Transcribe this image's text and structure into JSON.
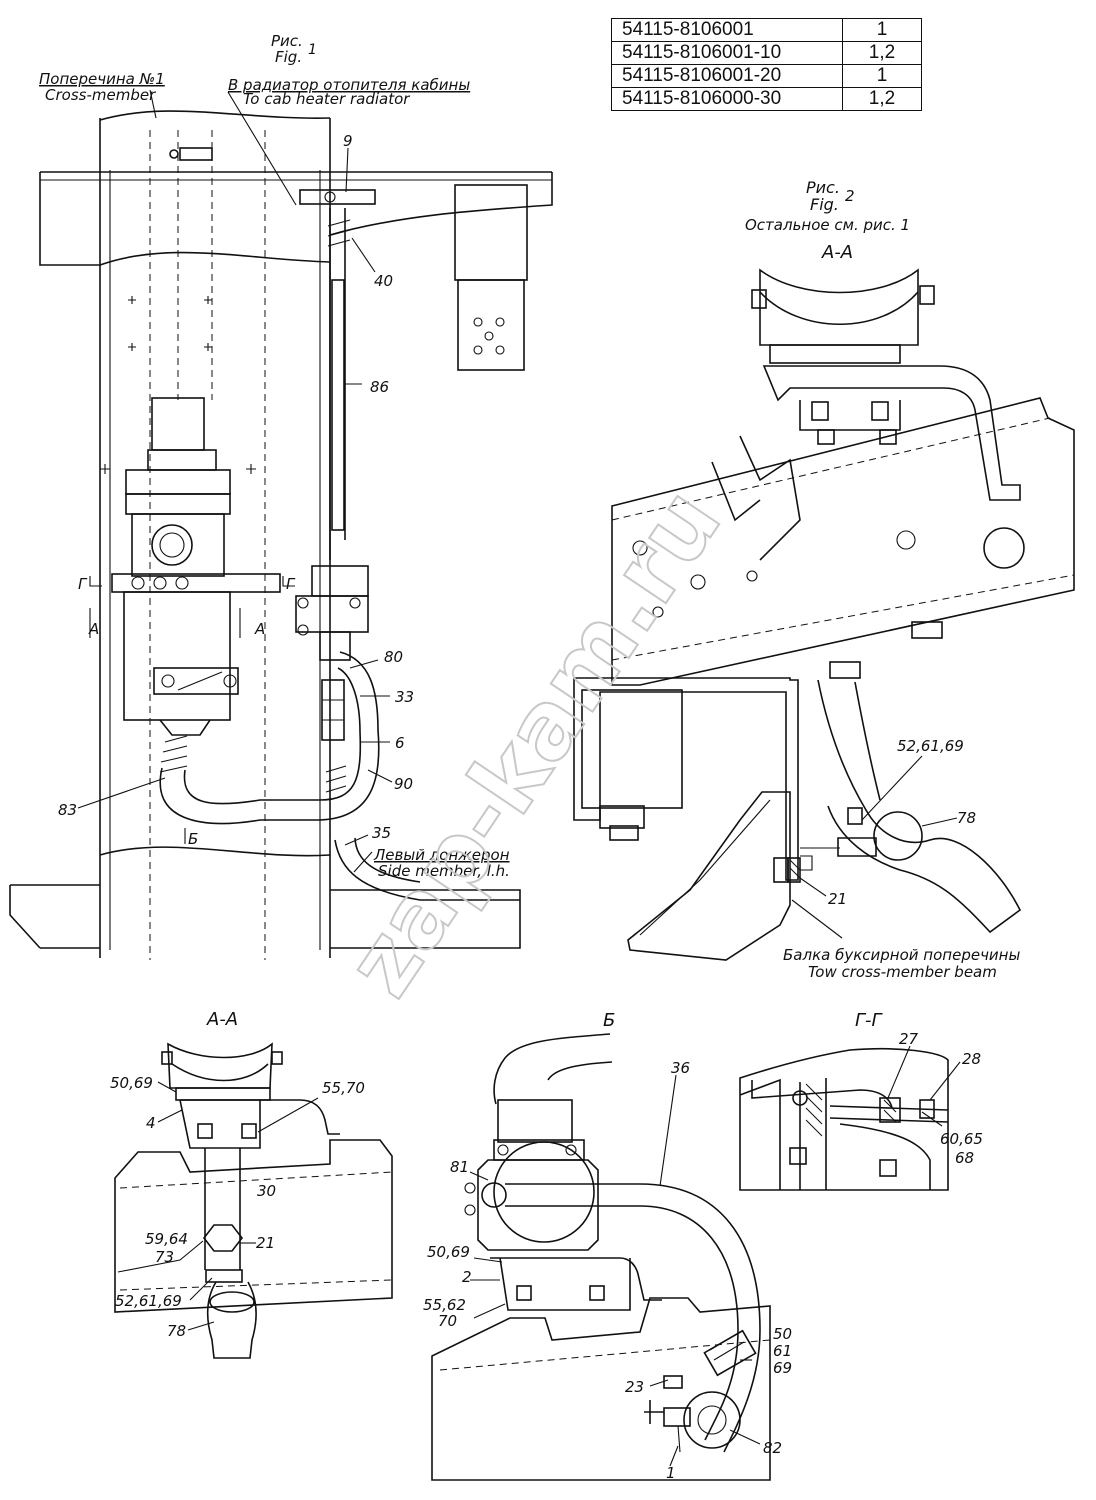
{
  "variants_table": {
    "rows": [
      {
        "part": "54115-8106001",
        "variant": "1"
      },
      {
        "part": "54115-8106001-10",
        "variant": "1,2"
      },
      {
        "part": "54115-8106001-20",
        "variant": "1"
      },
      {
        "part": "54115-8106000-30",
        "variant": "1,2"
      }
    ]
  },
  "fig1": {
    "title_ru": "Рис.",
    "title_en": "Fig.",
    "number": "1",
    "crossmember_ru": "Поперечина №1",
    "crossmember_en": "Cross-member",
    "radiator_ru": "В радиатор отопителя кабины",
    "radiator_en": "To cab heater radiator",
    "sidemember_ru": "Левый лонжерон",
    "sidemember_en": "Side member, l.h.",
    "section_a": "А",
    "section_b": "Б",
    "section_g": "Г",
    "callouts": {
      "c9": "9",
      "c40": "40",
      "c86": "86",
      "c80": "80",
      "c33": "33",
      "c6": "6",
      "c90": "90",
      "c83": "83",
      "c35": "35"
    }
  },
  "fig2": {
    "title_ru": "Рис.",
    "title_en": "Fig.",
    "number": "2",
    "note": "Остальное см. рис. 1",
    "section": "А-А",
    "beam_ru": "Балка буксирной поперечины",
    "beam_en": "Tow cross-member beam",
    "callouts": {
      "c526169": "52,61,69",
      "c78": "78",
      "c21": "21"
    }
  },
  "view_aa": {
    "title": "А-А",
    "callouts": {
      "c5069": "50,69",
      "c4": "4",
      "c5570": "55,70",
      "c30": "30",
      "c5964": "59,64",
      "c73": "73",
      "c21": "21",
      "c526169": "52,61,69",
      "c78": "78"
    }
  },
  "view_b": {
    "title": "Б",
    "callouts": {
      "c36": "36",
      "c81": "81",
      "c5069": "50,69",
      "c2": "2",
      "c5562": "55,62",
      "c70": "70",
      "c50": "50",
      "c61": "61",
      "c69": "69",
      "c23": "23",
      "c82": "82",
      "c1": "1"
    }
  },
  "view_gg": {
    "title": "Г-Г",
    "callouts": {
      "c27": "27",
      "c28": "28",
      "c6065": "60,65",
      "c68": "68"
    }
  },
  "watermark": "zap-kam.ru"
}
